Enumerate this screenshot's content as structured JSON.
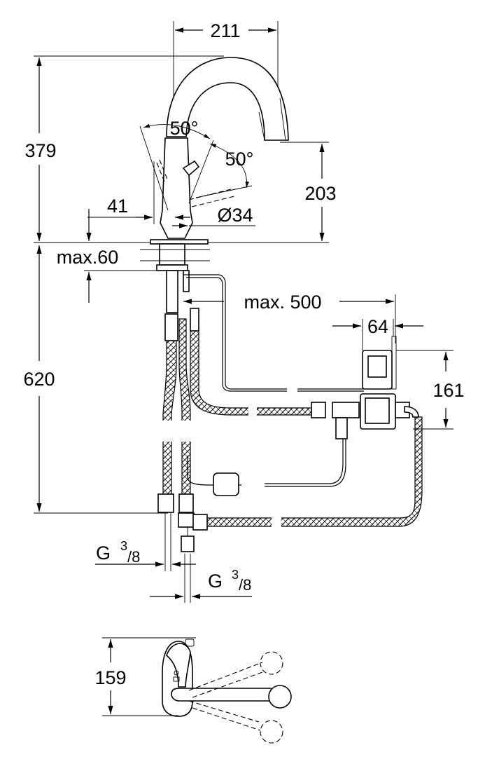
{
  "dimensions": {
    "reach": "211",
    "total_height": "379",
    "spout_height": "203",
    "lever_angle_front": "50°",
    "lever_angle_side": "50°",
    "lever_offset": "41",
    "body_diameter": "Ø34",
    "max_deck": "max.60",
    "max_cable": "max. 500",
    "box_width": "64",
    "box_height": "161",
    "hose_length": "620",
    "thread_left_g": "G",
    "thread_left_num": "3",
    "thread_left_den": "/8",
    "thread_right_g": "G",
    "thread_right_num": "3",
    "thread_right_den": "/8",
    "top_view_depth": "159"
  }
}
